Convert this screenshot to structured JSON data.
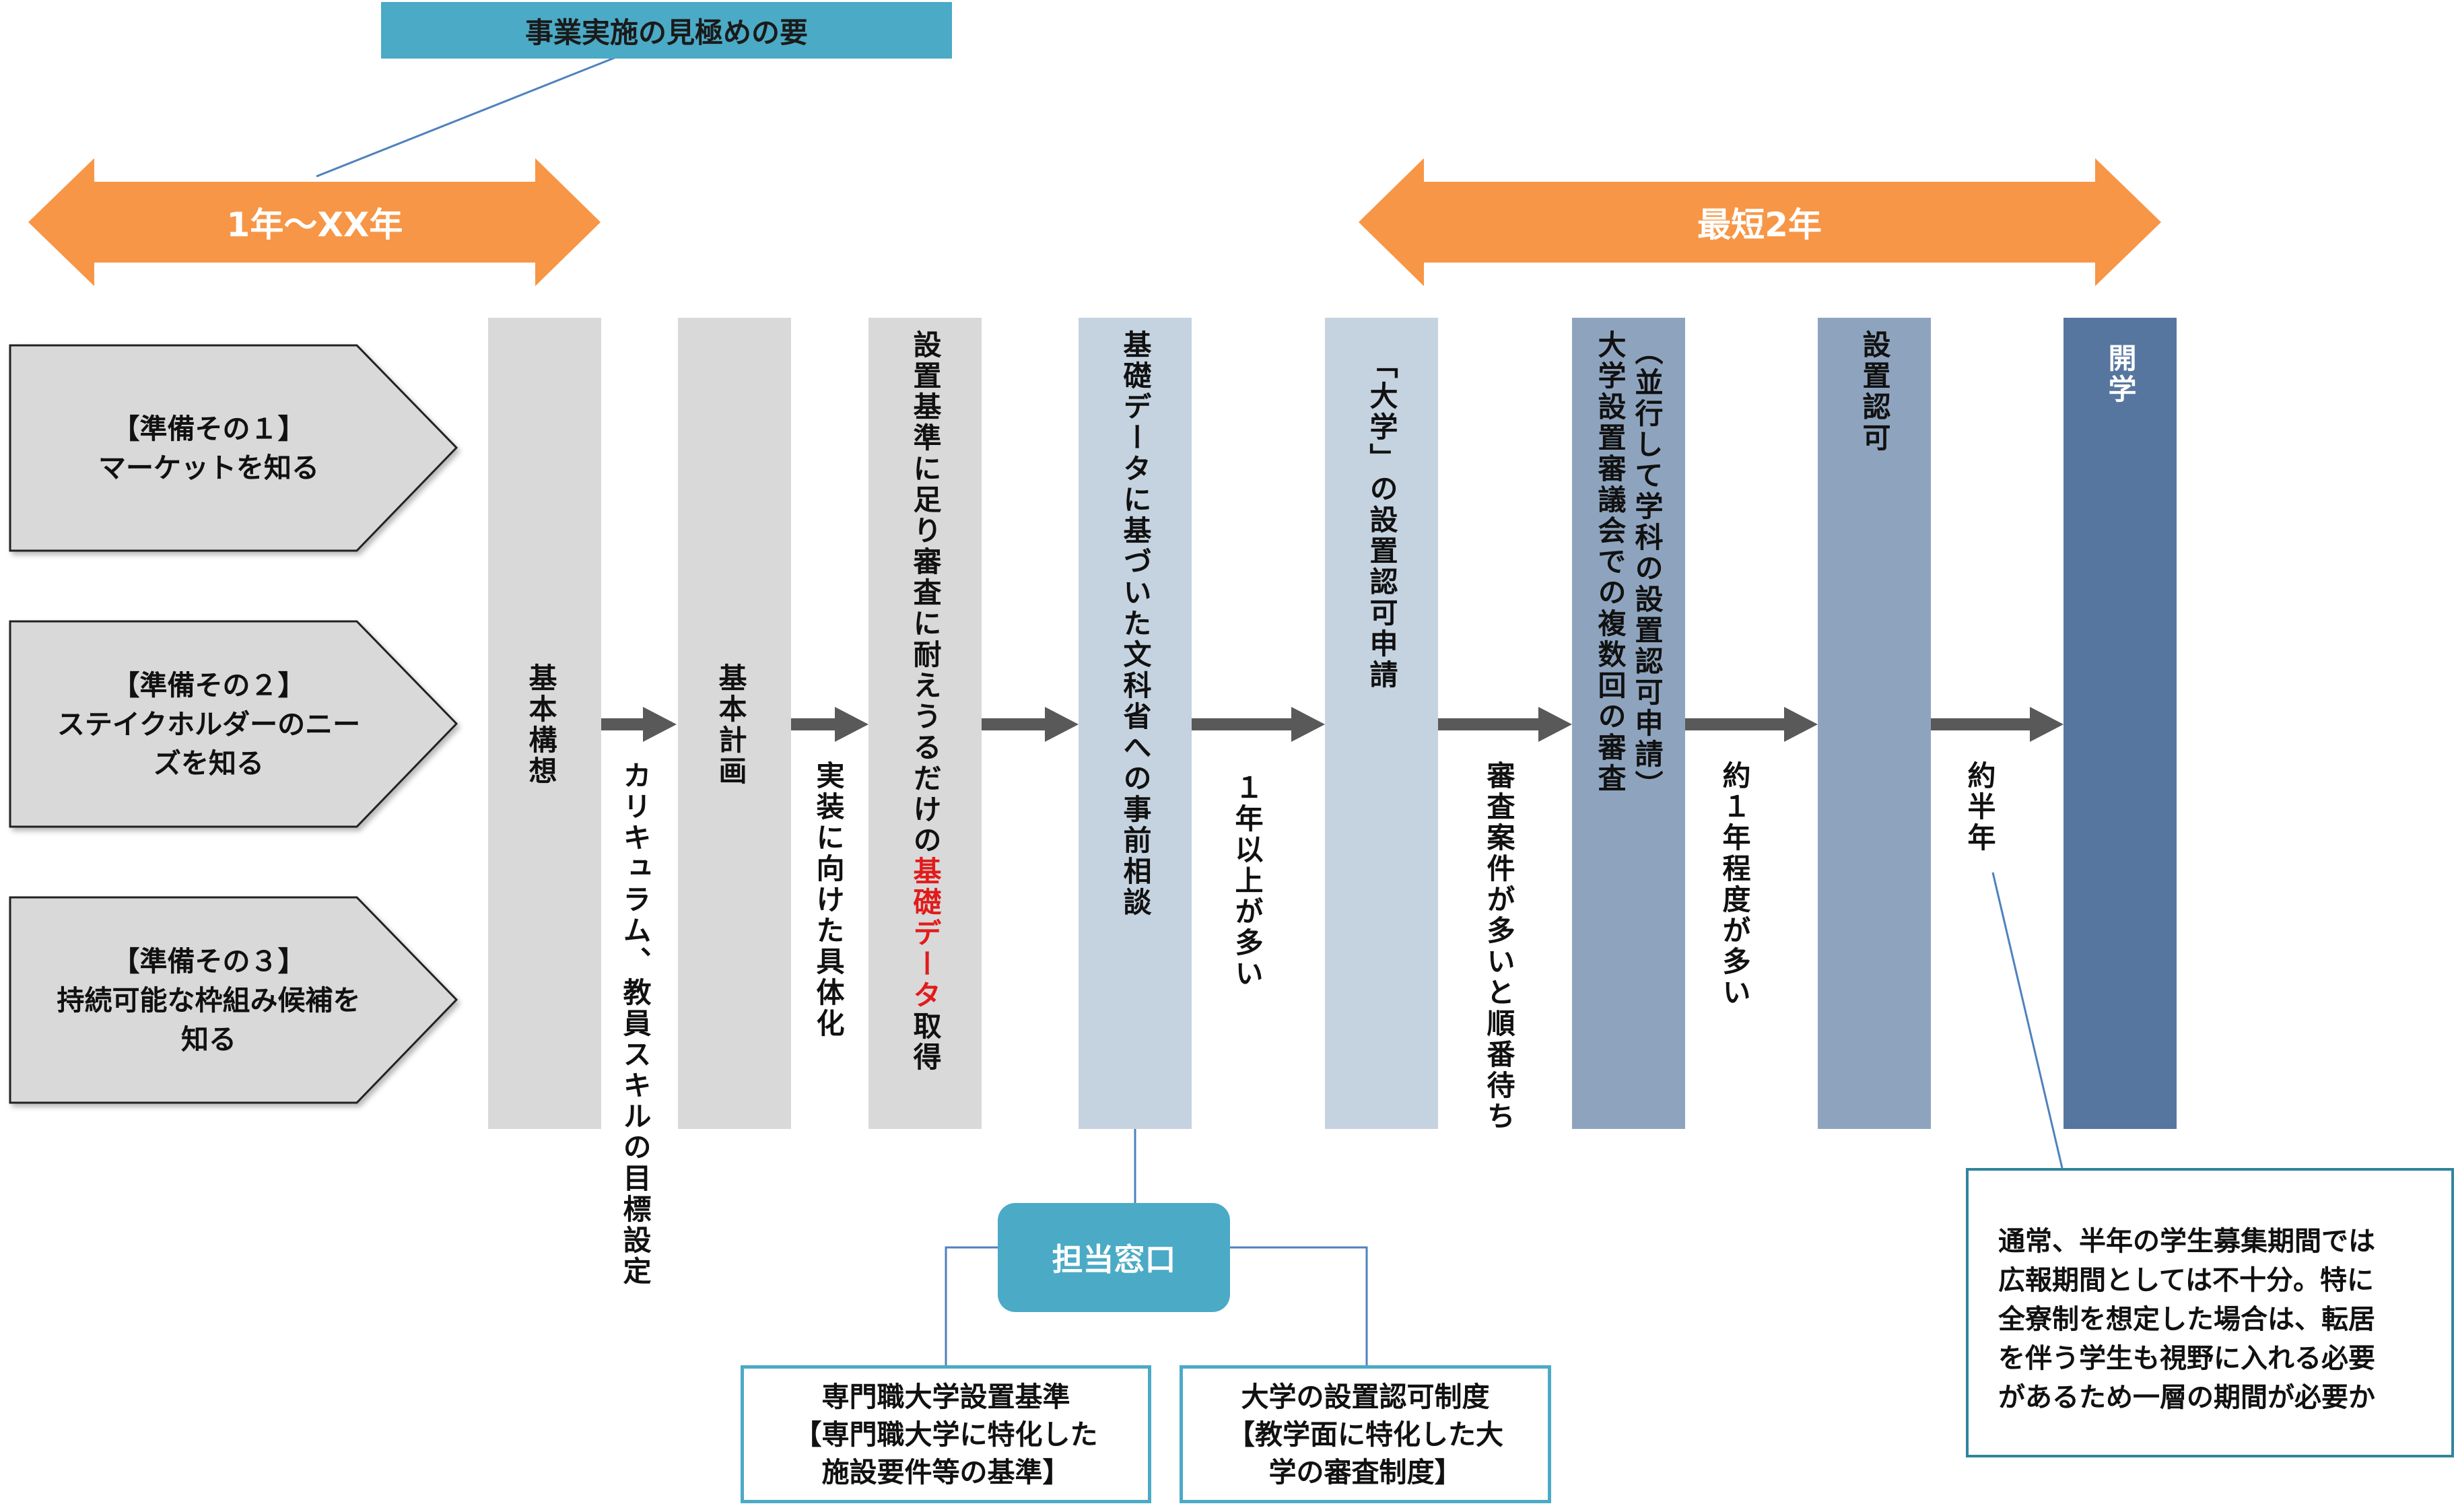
{
  "header": {
    "key_label": "事業実施の見極めの要"
  },
  "periods": {
    "preparation": "1年〜XX年",
    "approval": "最短2年"
  },
  "preparations": [
    {
      "line1": "【準備その１】",
      "line2": "マーケットを知る",
      "line3": ""
    },
    {
      "line1": "【準備その２】",
      "line2": "ステイクホルダーのニー",
      "line3": "ズを知る"
    },
    {
      "line1": "【準備その３】",
      "line2": "持続可能な枠組み候補を",
      "line3": "知る"
    }
  ],
  "phases": {
    "kihon_koso": "基本構想",
    "kihon_keikaku": "基本計画",
    "kijun_a": "設置基準に足り審査に耐えうるだけの",
    "kijun_red": "基礎データ",
    "kijun_b": "取得",
    "jizen_sodan": "基礎データに基づいた文科省への事前相談",
    "shinsei": "「大学」の設置認可申請",
    "shingi_1": "大学設置審議会での複数回の審査",
    "shingi_2": "（並行して学科の設置認可申請）",
    "ninka": "設置認可",
    "kaigaku": "開学"
  },
  "gaps": {
    "g1": "カリキュラム、教員スキルの目標設定",
    "g2": "実装に向けた具体化",
    "g3": "１年以上が多い",
    "g4": "審査案件が多いと順番待ち",
    "g5": "約１年程度が多い",
    "g6": "約半年"
  },
  "contact": {
    "title": "担当窓口",
    "left_l1": "専門職大学設置基準",
    "left_l2": "【専門職大学に特化した",
    "left_l3": "施設要件等の基準】",
    "right_l1": "大学の設置認可制度",
    "right_l2": "【教学面に特化した大",
    "right_l3": "学の審査制度】"
  },
  "note": {
    "l1": "通常、半年の学生募集期間では",
    "l2": "広報期間としては不十分。特に",
    "l3": "全寮制を想定した場合は、転居",
    "l4": "を伴う学生も視野に入れる必要",
    "l5": "があるため一層の期間が必要か"
  },
  "colors": {
    "teal": "#4BAAC6",
    "orange": "#F79646",
    "gray_pentagon": "#D9D9D9",
    "phase_light": "#D9D9D9",
    "phase_blue1": "#C5D3E0",
    "phase_blue2": "#8EA4BE",
    "phase_dark": "#5676A0",
    "arrow": "#595959"
  }
}
